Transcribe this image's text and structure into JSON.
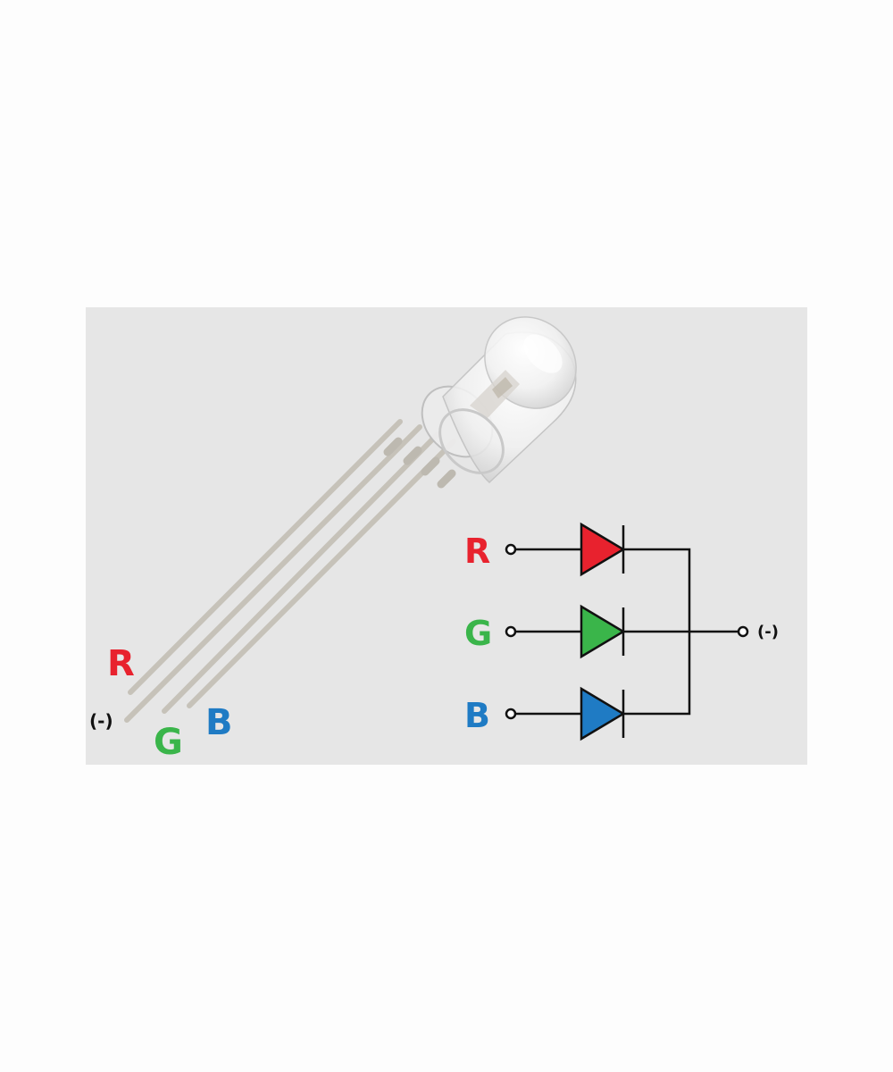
{
  "led_pins": {
    "red_label": "R",
    "common_label": "(-)",
    "green_label": "G",
    "blue_label": "B"
  },
  "schematic": {
    "red_label": "R",
    "green_label": "G",
    "blue_label": "B",
    "common_label": "(-)"
  },
  "colors": {
    "red": "#e8222e",
    "green": "#3ab54a",
    "blue": "#1f7bc4",
    "panel_background": "#e6e6e6",
    "lead": "#c9c5bc",
    "wire": "#111111"
  },
  "icons": {
    "led_component": "rgb-led-4-pin-icon",
    "diode_symbol": "diode-symbol-icon",
    "terminal": "open-terminal-circle-icon"
  }
}
